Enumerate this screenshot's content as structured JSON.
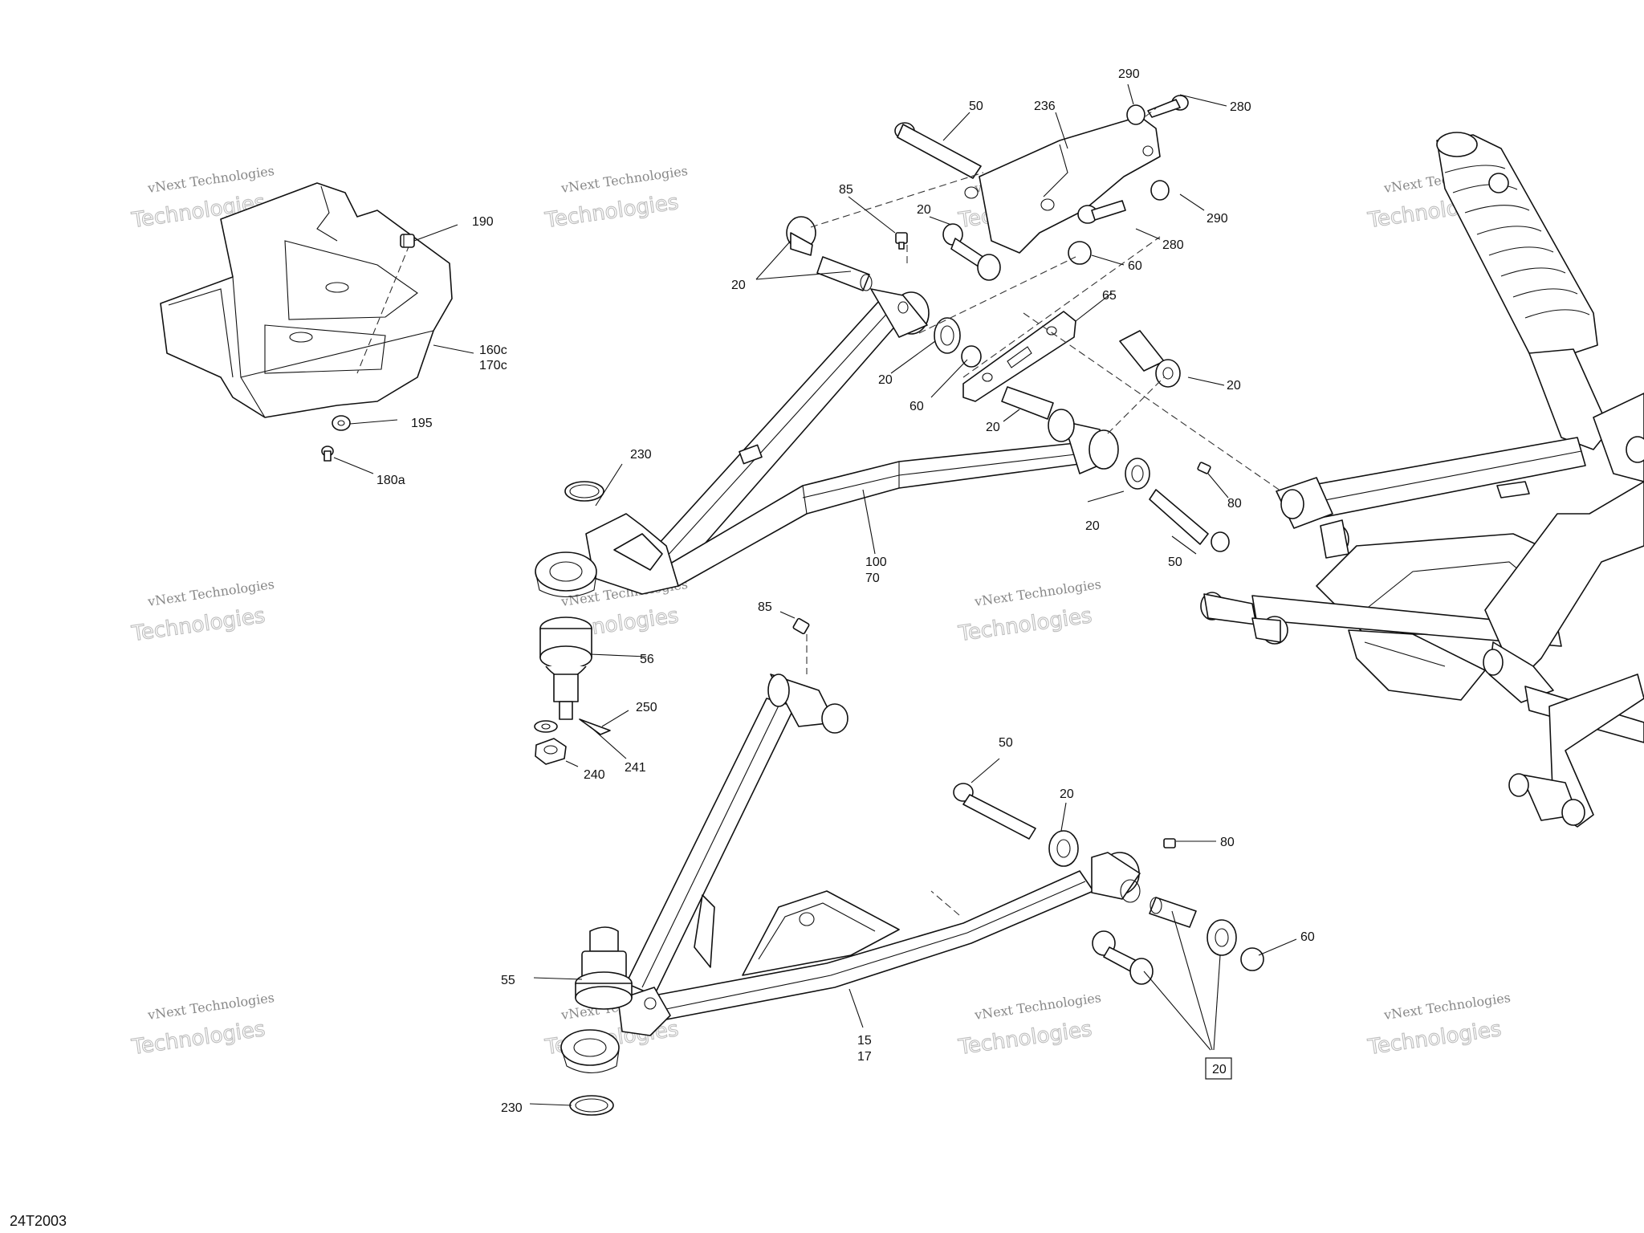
{
  "diagram": {
    "id": "24T2003",
    "watermark": {
      "line1": "vNext Technologies",
      "line2": "Technologies"
    },
    "callouts": {
      "c_50a": "50",
      "c_236": "236",
      "c_290a": "290",
      "c_280a": "280",
      "c_85a": "85",
      "c_20a": "20",
      "c_290b": "290",
      "c_280b": "280",
      "c_60a": "60",
      "c_65": "65",
      "c_20b": "20",
      "c_20c": "20",
      "c_60b": "60",
      "c_20d": "20",
      "c_20e": "20",
      "c_80a": "80",
      "c_20f": "20",
      "c_50b": "50",
      "c_100": "100",
      "c_70": "70",
      "c_230a": "230",
      "c_190": "190",
      "c_160c": "160c",
      "c_170c": "170c",
      "c_195": "195",
      "c_180a": "180a",
      "c_85b": "85",
      "c_56": "56",
      "c_250": "250",
      "c_241": "241",
      "c_240": "240",
      "c_50c": "50",
      "c_20g": "20",
      "c_80b": "80",
      "c_60c": "60",
      "c_55": "55",
      "c_15": "15",
      "c_17": "17",
      "c_20box": "20",
      "c_230b": "230"
    }
  }
}
